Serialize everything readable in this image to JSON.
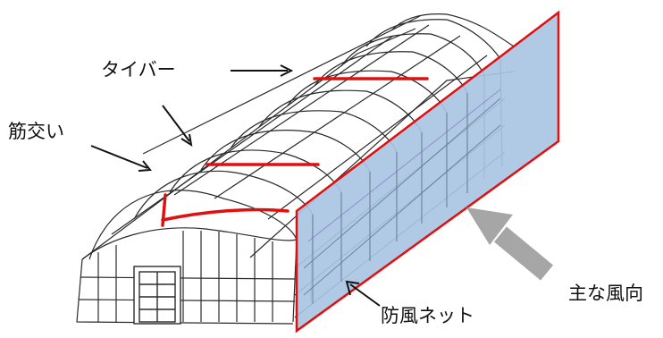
{
  "labels": {
    "tie_bar": "タイバー",
    "brace": "筋交い",
    "windbreak_net": "防風ネット",
    "main_wind_direction": "主な風向"
  },
  "colors": {
    "frame": "#2a2a2a",
    "tie_bar": "#e01010",
    "net_fill": "#a9c6e4",
    "net_border": "#e01010",
    "wind_arrow": "#a6a6a6"
  }
}
